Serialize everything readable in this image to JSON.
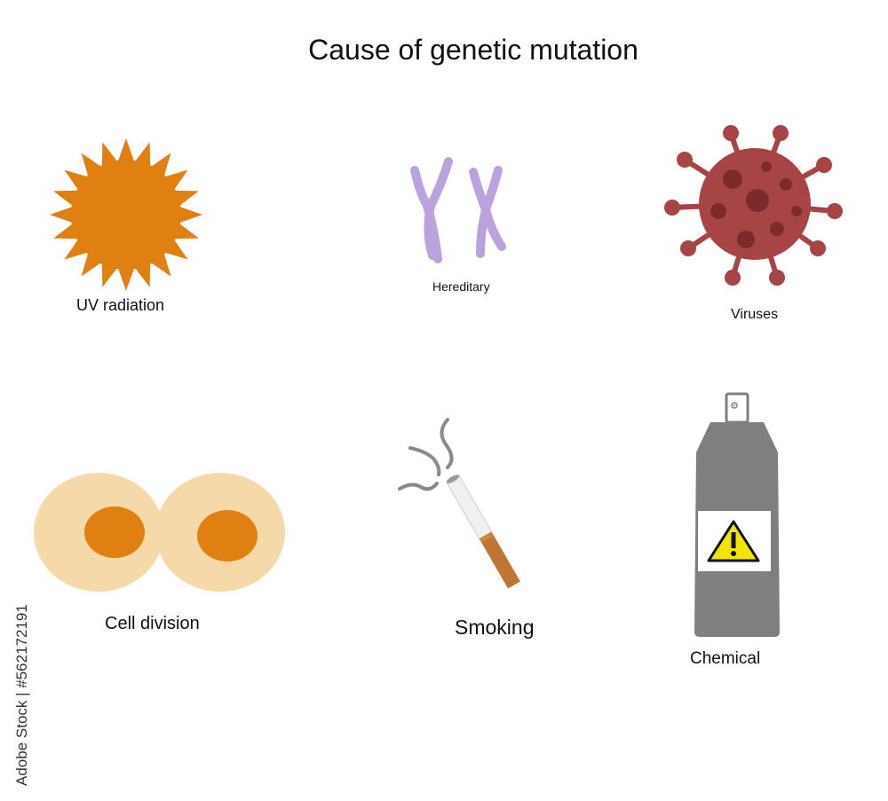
{
  "title": "Cause of genetic mutation",
  "causes": {
    "uv": {
      "label": "UV radiation",
      "icon": "sun-icon",
      "color": "#e07f12"
    },
    "hereditary": {
      "label": "Hereditary",
      "icon": "chromosome-icon",
      "color": "#bba2dd"
    },
    "viruses": {
      "label": "Viruses",
      "icon": "virus-icon",
      "color": "#a74445"
    },
    "cell_division": {
      "label": "Cell division",
      "icon": "dividing-cell-icon",
      "colors": [
        "#f5d9a8",
        "#e07f12"
      ]
    },
    "smoking": {
      "label": "Smoking",
      "icon": "cigarette-icon",
      "color": "#bf7534"
    },
    "chemical": {
      "label": "Chemical",
      "icon": "spray-can-icon",
      "color": "#7f7f7f",
      "warning_color": "#f2e600"
    }
  },
  "watermark": {
    "stock_id": "Adobe Stock | #562172191"
  }
}
